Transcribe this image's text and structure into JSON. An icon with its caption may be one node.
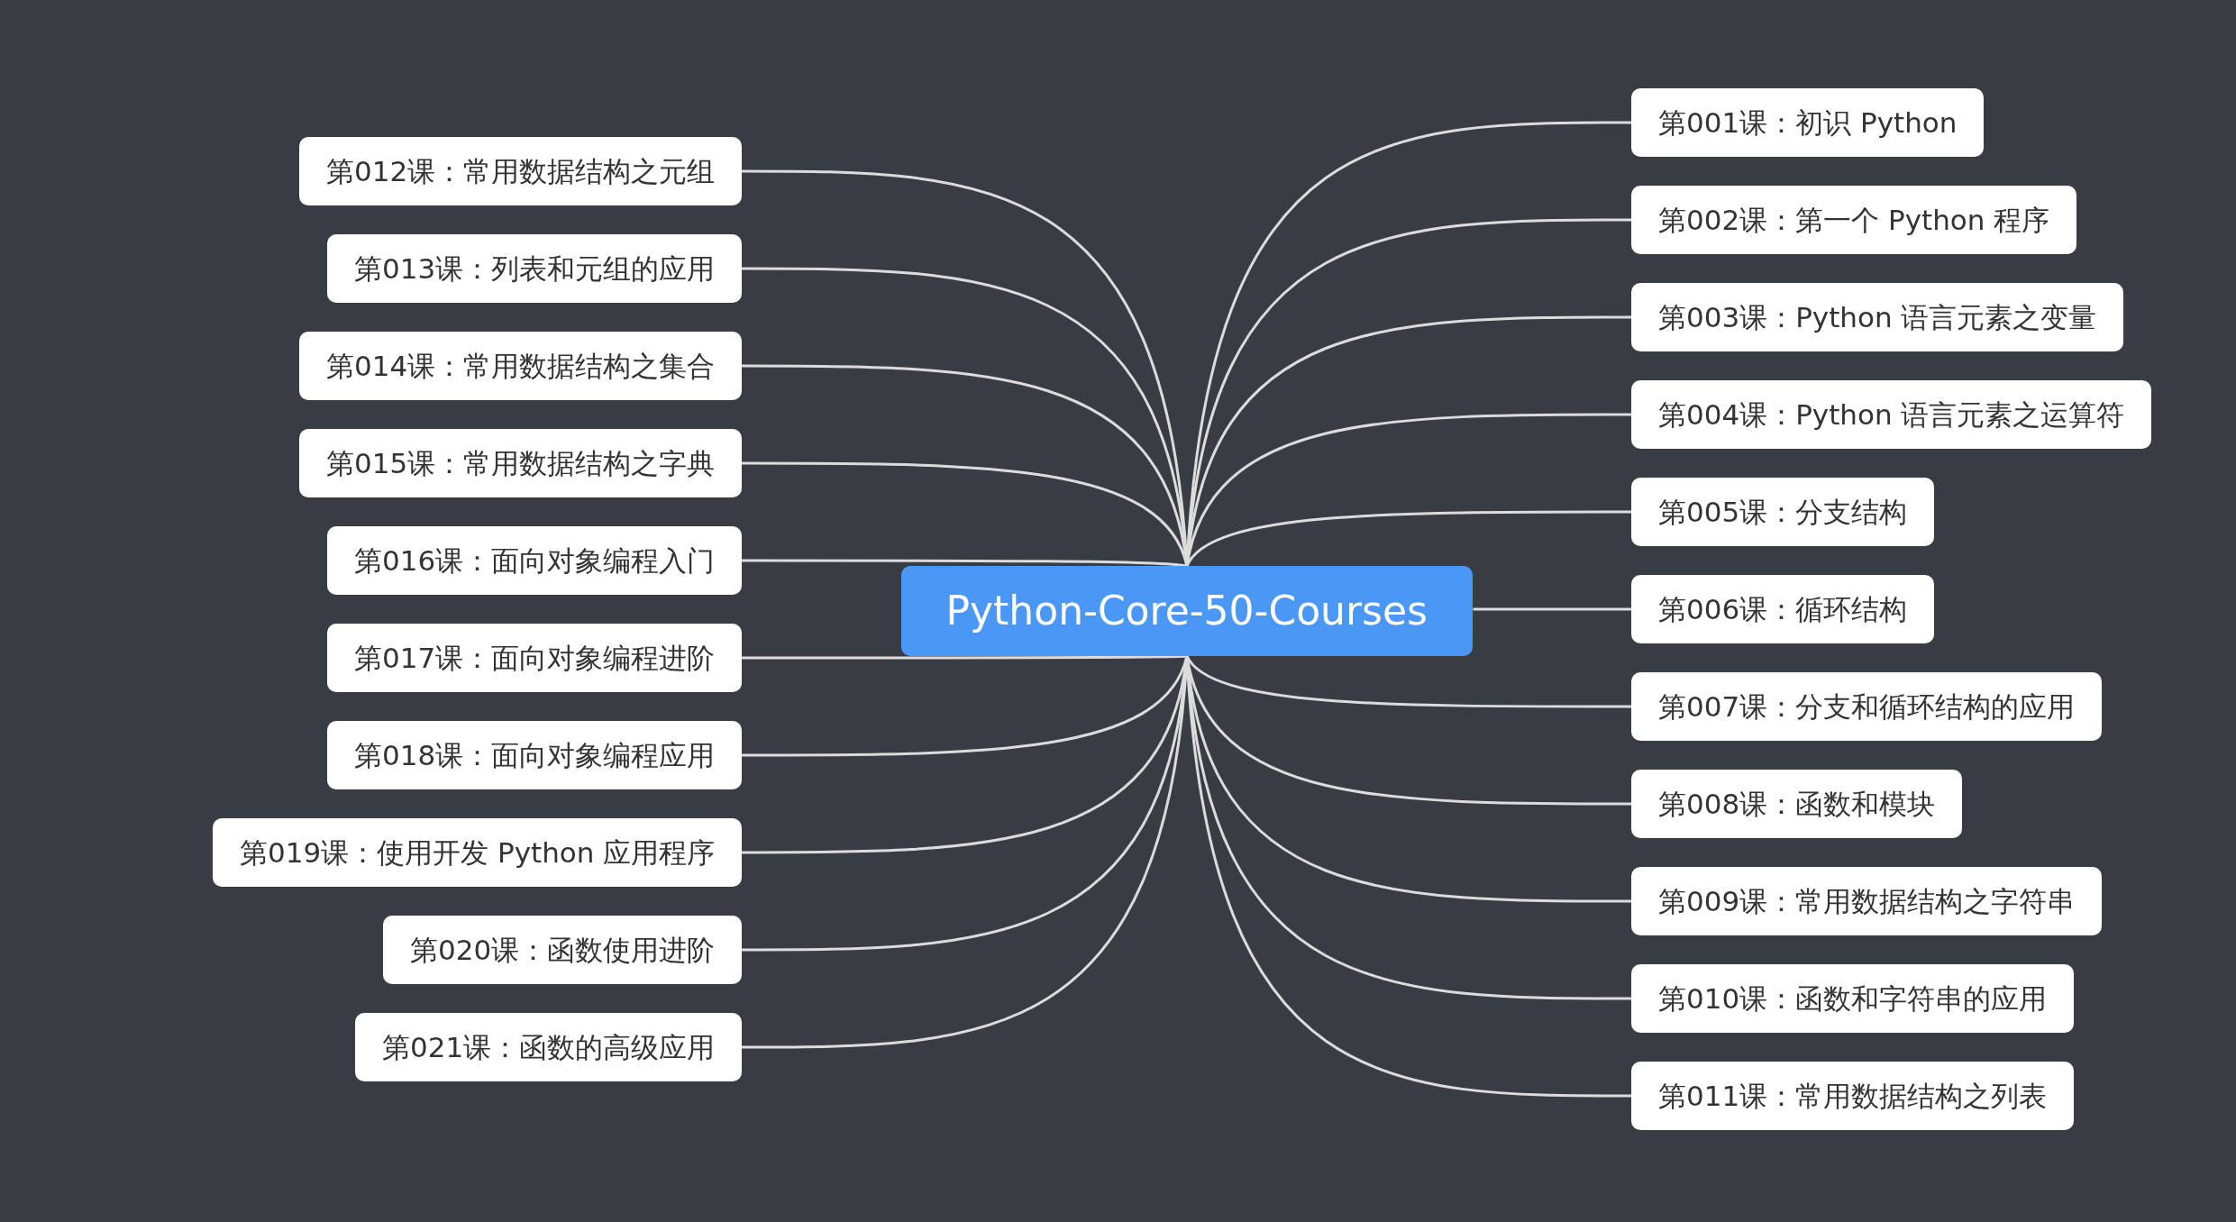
{
  "diagram": {
    "nodes": [
      {
        "text": [
          "Python-Core-50-Courses"
        ]
      },
      {
        "text": [
          "第001课：初识 Python"
        ]
      },
      {
        "text": [
          "第002课：第一个 Python 程序"
        ]
      },
      {
        "text": [
          "第003课：Python 语言元素之变量"
        ]
      },
      {
        "text": [
          "第004课：Python 语言元素之运算符"
        ]
      },
      {
        "text": [
          "第005课：分支结构"
        ]
      },
      {
        "text": [
          "第006课：循环结构"
        ]
      },
      {
        "text": [
          "第007课：分支和循环结构的应用"
        ]
      },
      {
        "text": [
          "第008课：函数和模块"
        ]
      },
      {
        "text": [
          "第009课：常用数据结构之字符串"
        ]
      },
      {
        "text": [
          "第010课：函数和字符串的应用"
        ]
      },
      {
        "text": [
          "第011课：常用数据结构之列表"
        ]
      },
      {
        "text": [
          "第012课：常用数据结构之元组"
        ]
      },
      {
        "text": [
          "第013课：列表和元组的应用"
        ]
      },
      {
        "text": [
          "第014课：常用数据结构之集合"
        ]
      },
      {
        "text": [
          "第015课：常用数据结构之字典"
        ]
      },
      {
        "text": [
          "第016课：面向对象编程入门"
        ]
      },
      {
        "text": [
          "第017课：面向对象编程进阶"
        ]
      },
      {
        "text": [
          "第018课：面向对象编程应用"
        ]
      },
      {
        "text": [
          "第019课：使用开发 Python 应用程序"
        ]
      },
      {
        "text": [
          "第020课：函数使用进阶"
        ]
      },
      {
        "text": [
          "第021课：函数的高级应用"
        ]
      }
    ],
    "edges": [
      {
        "from": 0,
        "to": 1,
        "arrow": "none"
      },
      {
        "from": 0,
        "to": 2,
        "arrow": "none"
      },
      {
        "from": 0,
        "to": 3,
        "arrow": "none"
      },
      {
        "from": 0,
        "to": 4,
        "arrow": "none"
      },
      {
        "from": 0,
        "to": 5,
        "arrow": "none"
      },
      {
        "from": 0,
        "to": 6,
        "arrow": "none"
      },
      {
        "from": 0,
        "to": 7,
        "arrow": "none"
      },
      {
        "from": 0,
        "to": 8,
        "arrow": "none"
      },
      {
        "from": 0,
        "to": 9,
        "arrow": "none"
      },
      {
        "from": 0,
        "to": 10,
        "arrow": "none"
      },
      {
        "from": 0,
        "to": 11,
        "arrow": "none"
      },
      {
        "from": 0,
        "to": 12,
        "arrow": "none"
      },
      {
        "from": 0,
        "to": 13,
        "arrow": "none"
      },
      {
        "from": 0,
        "to": 14,
        "arrow": "none"
      },
      {
        "from": 0,
        "to": 15,
        "arrow": "none"
      },
      {
        "from": 0,
        "to": 16,
        "arrow": "none"
      },
      {
        "from": 0,
        "to": 17,
        "arrow": "none"
      },
      {
        "from": 0,
        "to": 18,
        "arrow": "none"
      },
      {
        "from": 0,
        "to": 19,
        "arrow": "none"
      },
      {
        "from": 0,
        "to": 20,
        "arrow": "none"
      },
      {
        "from": 0,
        "to": 21,
        "arrow": "none"
      }
    ]
  }
}
